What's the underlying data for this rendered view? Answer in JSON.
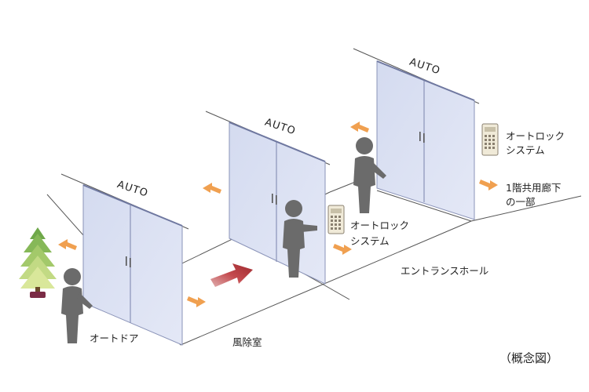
{
  "labels": {
    "door_auto": "AUTO",
    "auto_door": "オートドア",
    "vestibule": "風除室",
    "entrance_hall": "エントランスホール",
    "autolock_line1": "オートロック",
    "autolock_line2": "システム",
    "corridor_line1": "1階共用廊下",
    "corridor_line2": "の一部",
    "concept": "（概念図）"
  },
  "colors": {
    "glass": "#d8def2",
    "glass_edge": "#8a93b8",
    "person": "#6b6b6b",
    "arrow_orange": "#f0a050",
    "arrow_red": "#b8373c",
    "line": "#555555"
  }
}
